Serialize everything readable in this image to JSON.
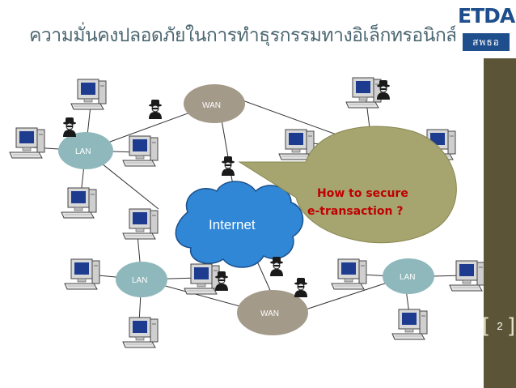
{
  "slide": {
    "title": "ความมั่นคงปลอดภัยในการทำธุรกรรมทางอิเล็กทรอนิกส์",
    "page_number": "2"
  },
  "logo": {
    "main": "ETDA",
    "sub": "สพธอ"
  },
  "diagram": {
    "cloud_label": "Internet",
    "wan_top": "WAN",
    "wan_bottom": "WAN",
    "lan_left": "LAN",
    "lan_bottom_left": "LAN",
    "lan_bottom_right": "LAN",
    "callout_line1": "How to secure",
    "callout_line2": "e-transaction ?"
  },
  "colors": {
    "wan": "#a49a8a",
    "lan": "#8fb8bc",
    "cloud": "#2f87d6",
    "callout": "#a6a570",
    "callout_text": "#c00000",
    "sidebar": "#5b5437",
    "title": "#4d6872"
  }
}
